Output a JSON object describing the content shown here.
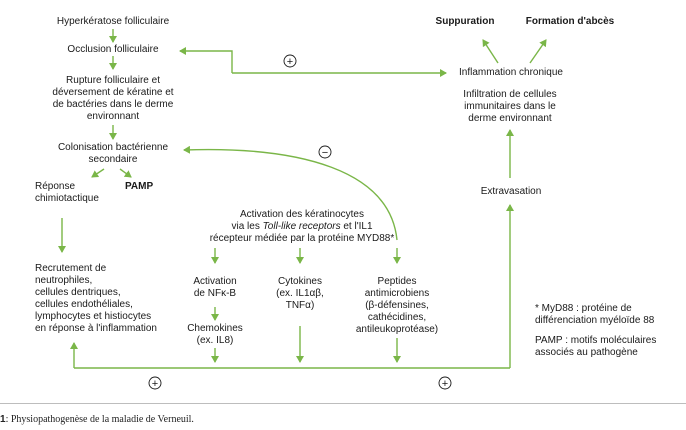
{
  "colors": {
    "arrow": "#7ab648",
    "text": "#1a1a1a"
  },
  "left": {
    "hyperkeratose": "Hyperkératose folliculaire",
    "occlusion": "Occlusion folliculaire",
    "rupture": [
      "Rupture folliculaire et",
      "déversement de kératine et",
      "de bactéries dans le derme",
      "environnant"
    ],
    "colonisation": [
      "Colonisation bactérienne",
      "secondaire"
    ],
    "reponse": [
      "Réponse",
      "chimiotactique"
    ],
    "pamp": "PAMP",
    "recrutement": [
      "Recrutement de",
      "neutrophiles,",
      "cellules dentriques,",
      "cellules endothéliales,",
      "lymphocytes et histiocytes",
      "en réponse à l'inflammation"
    ]
  },
  "middle": {
    "activation_pre": "Activation des kératinocytes",
    "activation_via": "via les ",
    "toll": "Toll-like receptors",
    "activation_post": " et l'IL1",
    "activation_line3": "récepteur médiée par la protéine MYD88*",
    "nfkb": [
      "Activation",
      "de NFĸ-B"
    ],
    "chemokines": [
      "Chemokines",
      "(ex. IL8)"
    ],
    "cytokines": [
      "Cytokines",
      "(ex. IL1αβ,",
      "TNFα)"
    ],
    "peptides": [
      "Peptides",
      "antimicrobiens",
      "(β-défensines,",
      "cathécidines,",
      "antileukoprotéase)"
    ]
  },
  "right": {
    "suppuration": "Suppuration",
    "abces": "Formation d'abcès",
    "inflammation": "Inflammation chronique",
    "infiltration": [
      "Infiltration de cellules",
      "immunitaires dans le",
      "derme environnant"
    ],
    "extravasation": "Extravasation"
  },
  "notes": {
    "myd88": [
      "* MyD88 : protéine de",
      "différenciation myéloïde 88"
    ],
    "pamp": [
      "PAMP : motifs moléculaires",
      "associés au pathogène"
    ]
  },
  "signs": {
    "plus": "+",
    "minus": "−"
  },
  "caption": {
    "number": "1",
    "text": ": Physiopathogenèse de la maladie de Verneuil."
  }
}
